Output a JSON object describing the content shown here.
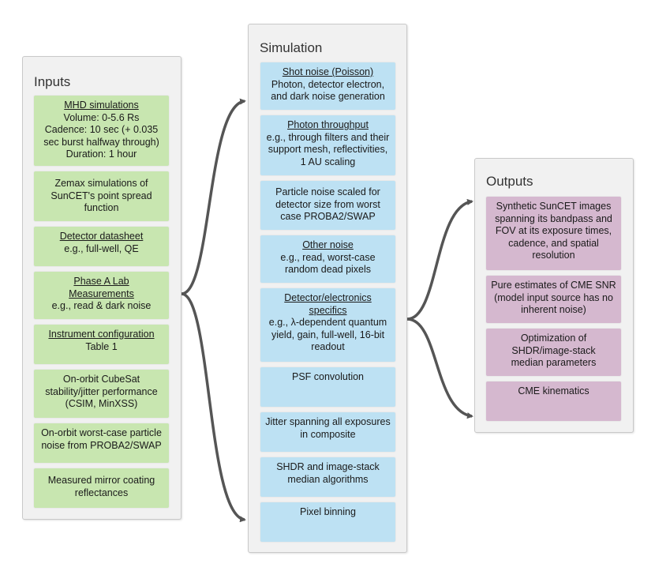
{
  "inputs": {
    "title": "Inputs",
    "items": [
      {
        "heading": "MHD simulations",
        "body": "Volume: 0-5.6 Rs\nCadence: 10 sec (+ 0.035 sec burst halfway through)\nDuration: 1 hour"
      },
      {
        "heading": "",
        "body": "Zemax simulations of SunCET's point spread function"
      },
      {
        "heading": "Detector datasheet",
        "body": "e.g., full-well, QE"
      },
      {
        "heading": "Phase A Lab Measurements",
        "body": "e.g., read & dark noise"
      },
      {
        "heading": "Instrument configuration",
        "body": "Table 1"
      },
      {
        "heading": "",
        "body": "On-orbit CubeSat stability/jitter performance (CSIM, MinXSS)"
      },
      {
        "heading": "",
        "body": "On-orbit worst-case particle noise from PROBA2/SWAP"
      },
      {
        "heading": "",
        "body": "Measured mirror coating reflectances"
      }
    ]
  },
  "simulation": {
    "title": "Simulation",
    "items": [
      {
        "heading": "Shot noise (Poisson)",
        "body": "Photon, detector electron, and dark noise generation"
      },
      {
        "heading": "Photon throughput",
        "body": "e.g., through filters and their support mesh, reflectivities, 1 AU scaling"
      },
      {
        "heading": "",
        "body": "Particle noise scaled for detector size from worst case PROBA2/SWAP"
      },
      {
        "heading": "Other noise",
        "body": "e.g., read, worst-case random dead pixels"
      },
      {
        "heading": "Detector/electronics specifics",
        "body": "e.g., λ-dependent quantum yield, gain, full-well, 16-bit readout"
      },
      {
        "heading": "",
        "body": "PSF convolution"
      },
      {
        "heading": "",
        "body": "Jitter spanning all exposures in composite"
      },
      {
        "heading": "",
        "body": "SHDR and image-stack median algorithms"
      },
      {
        "heading": "",
        "body": "Pixel binning"
      }
    ]
  },
  "outputs": {
    "title": "Outputs",
    "items": [
      {
        "heading": "",
        "body": "Synthetic SunCET images spanning its bandpass and FOV at its exposure times, cadence, and spatial resolution"
      },
      {
        "heading": "",
        "body": "Pure estimates of CME SNR (model input source has no inherent noise)"
      },
      {
        "heading": "",
        "body": "Optimization of SHDR/image-stack median parameters"
      },
      {
        "heading": "",
        "body": "CME kinematics"
      }
    ]
  },
  "colors": {
    "input_box": "#c8e6b0",
    "simulation_box": "#bde1f3",
    "output_box": "#d5b8cf",
    "arrow": "#555555"
  }
}
